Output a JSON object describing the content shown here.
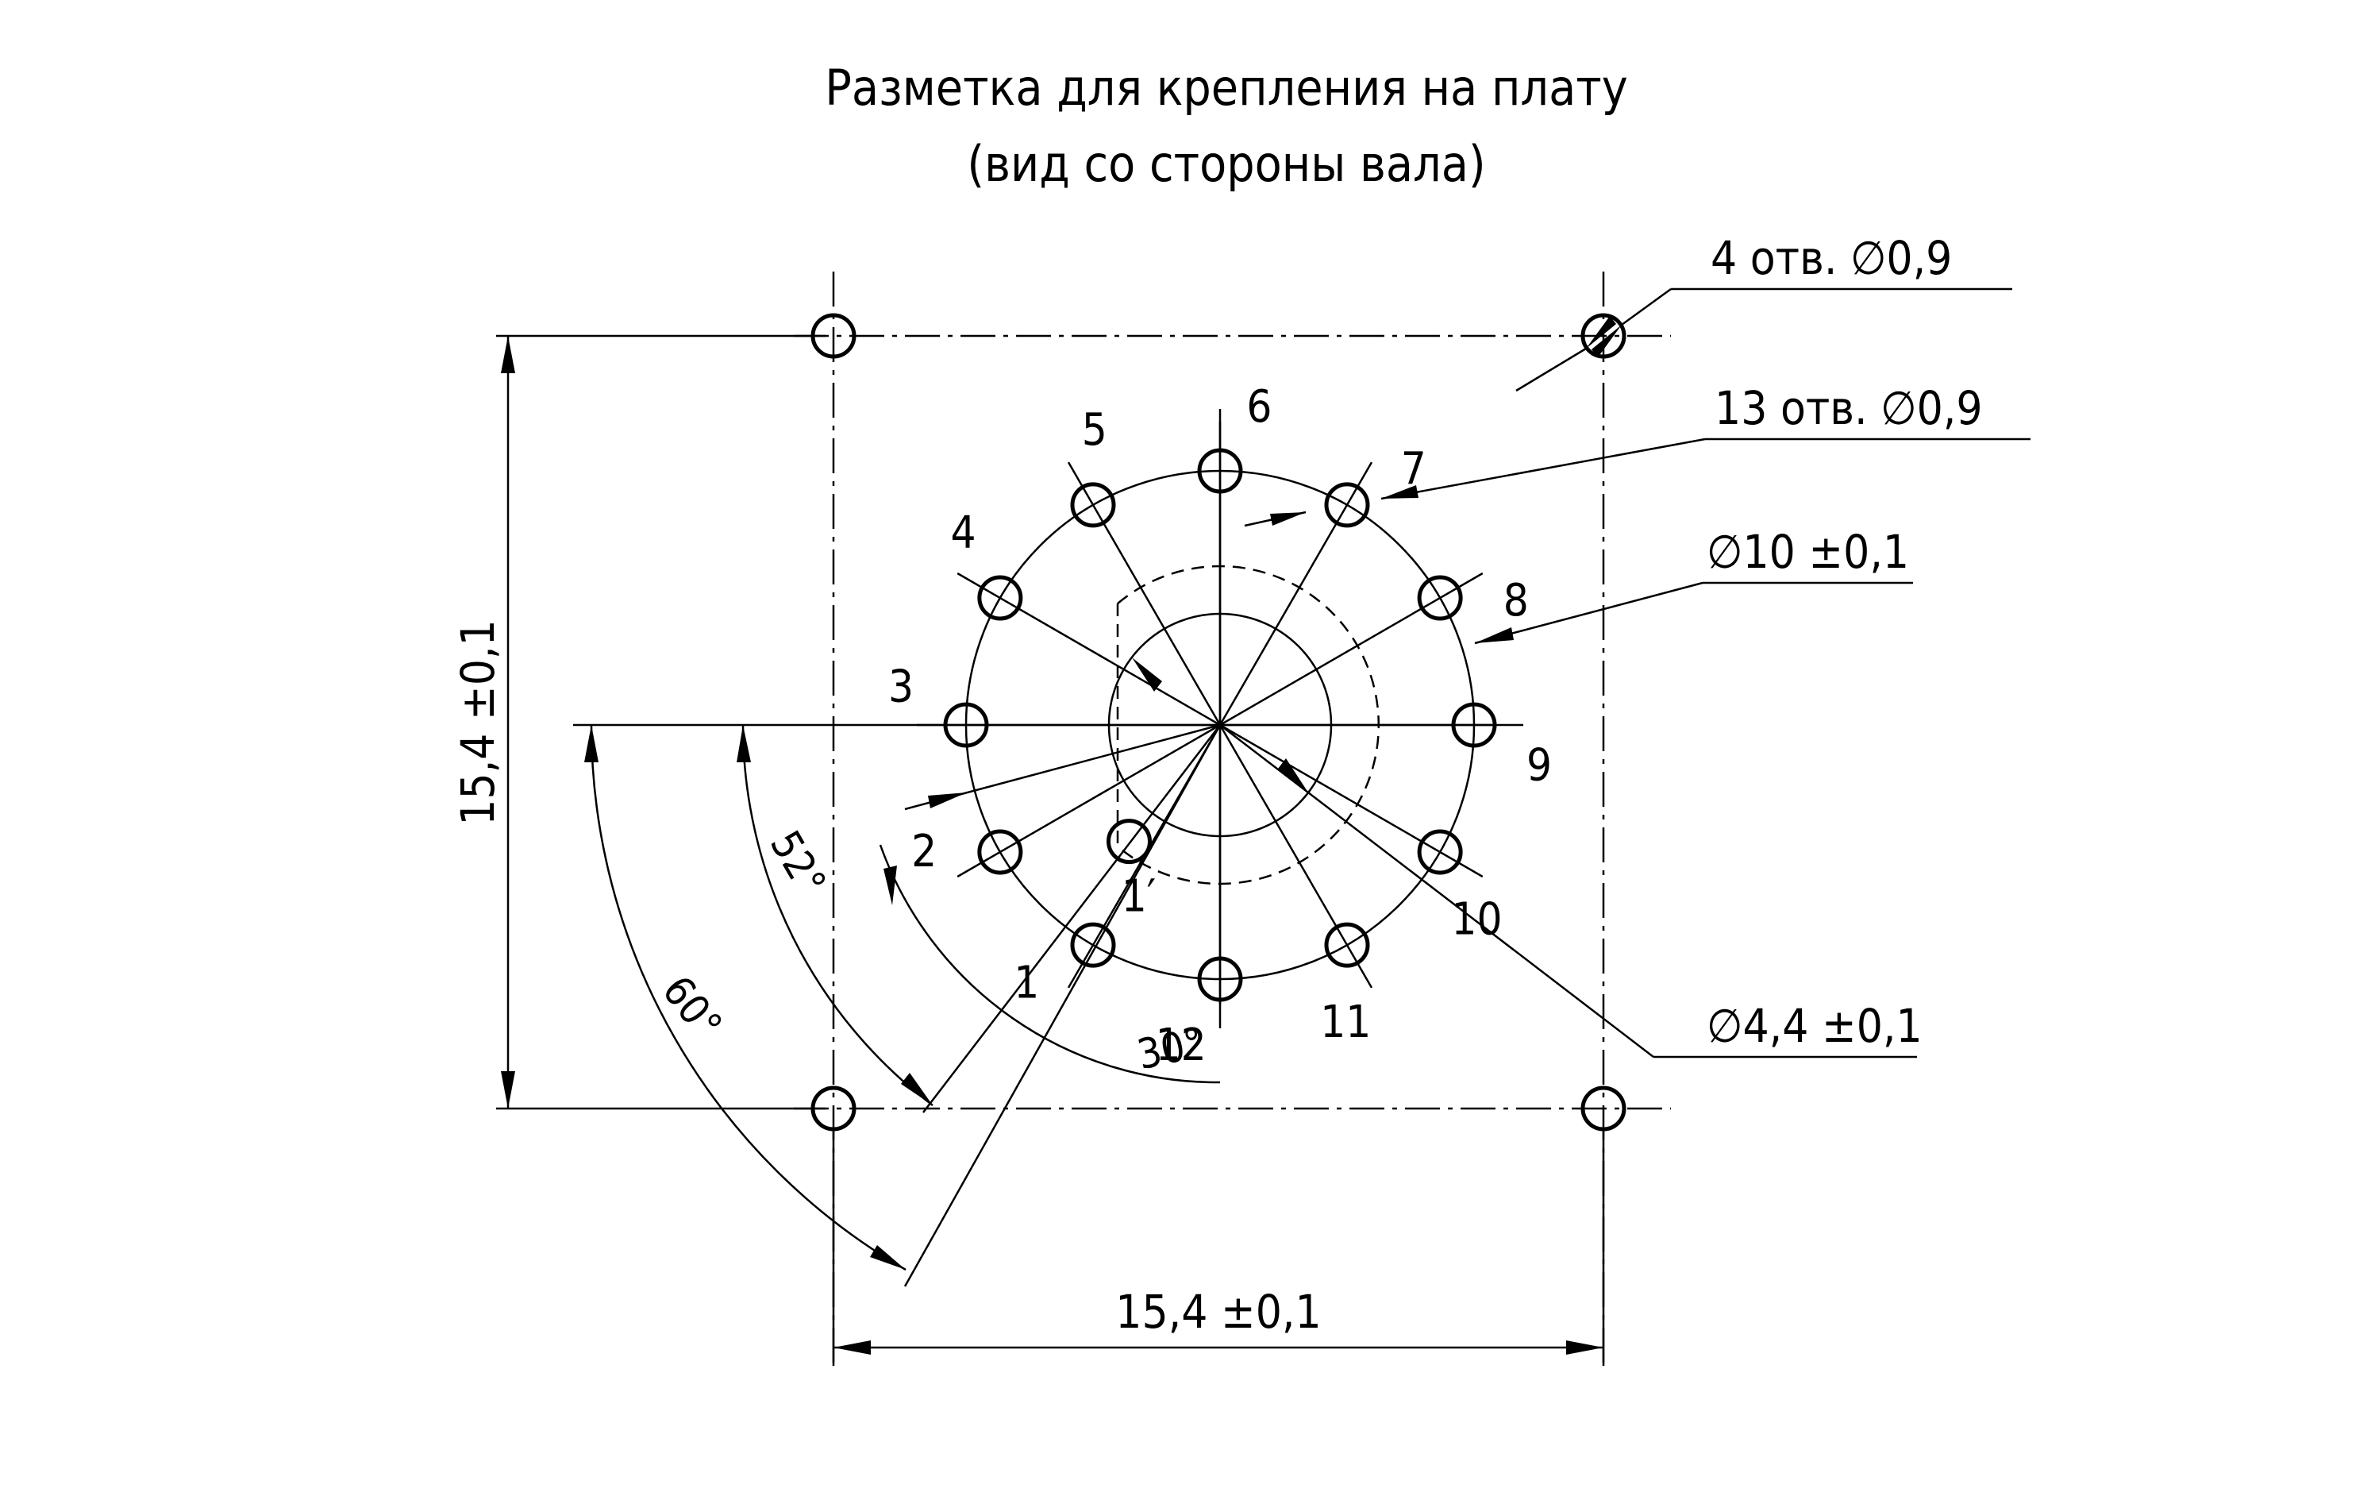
{
  "title": {
    "line1": "Разметка для крепления на плату",
    "line2": "(вид со стороны вала)"
  },
  "callouts": {
    "mount_holes": "4 отв. ∅0,9",
    "pin_holes": "13 отв. ∅0,9",
    "outer_circle": "∅10 ±0,1",
    "inner_circle": "∅4,4 ±0,1"
  },
  "dimensions": {
    "vertical": "15,4 ±0,1",
    "horizontal": "15,4 ±0,1"
  },
  "angles": {
    "a52": "52°",
    "a60": "60°",
    "a30": "30°"
  },
  "pins": [
    {
      "label": "1",
      "angle_deg": 300
    },
    {
      "label": "2",
      "angle_deg": 330
    },
    {
      "label": "3",
      "angle_deg": 0
    },
    {
      "label": "4",
      "angle_deg": 30
    },
    {
      "label": "5",
      "angle_deg": 60
    },
    {
      "label": "6",
      "angle_deg": 90
    },
    {
      "label": "7",
      "angle_deg": 120
    },
    {
      "label": "8",
      "angle_deg": 150
    },
    {
      "label": "9",
      "angle_deg": 180
    },
    {
      "label": "10",
      "angle_deg": 210
    },
    {
      "label": "11",
      "angle_deg": 240
    },
    {
      "label": "12",
      "angle_deg": 270
    }
  ],
  "inner_pin": {
    "label": "1′",
    "angle_deg": 308
  },
  "units": "mm",
  "line_color": "#000000"
}
